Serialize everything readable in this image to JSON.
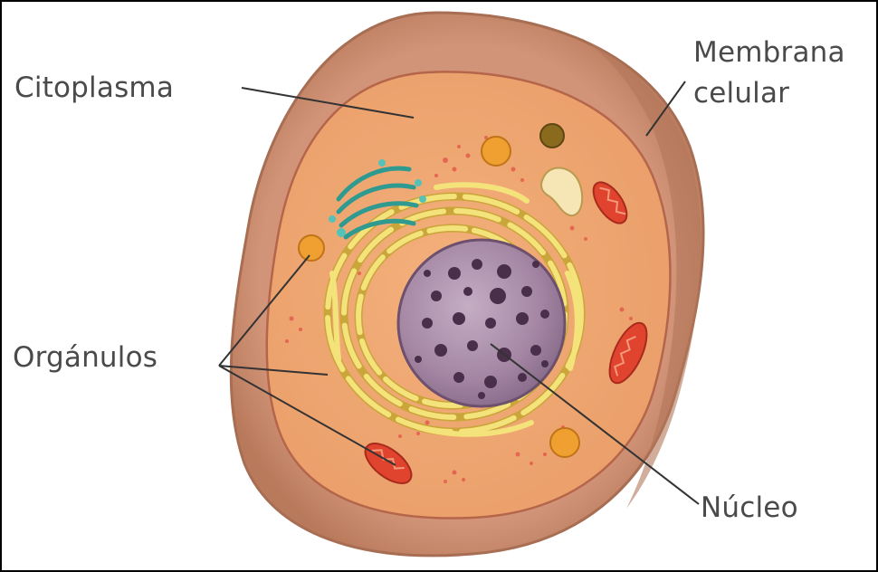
{
  "labels": {
    "citoplasma": "Citoplasma",
    "membrana_line1": "Membrana",
    "membrana_line2": "celular",
    "organulos": "Orgánulos",
    "nucleo": "Núcleo"
  },
  "colors": {
    "membrane_outer": "#c98b6b",
    "cytoplasm": "#f0a874",
    "nucleus": "#a98ba6",
    "er_yellow": "#f4e27a",
    "mitochondria": "#e0442e",
    "golgi": "#3fb3a8",
    "leader_lines": "#333333",
    "label_text": "#4a4a4a"
  }
}
